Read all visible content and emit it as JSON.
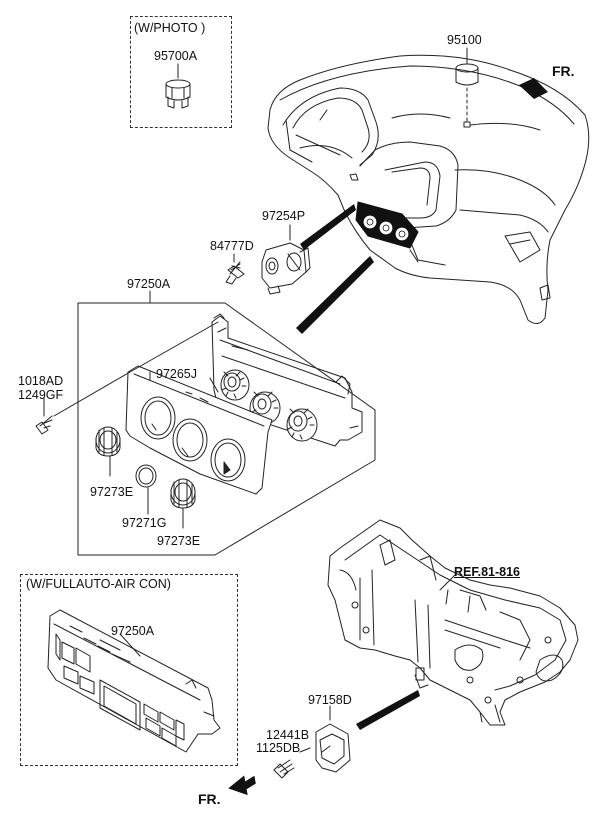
{
  "labels": {
    "photo_option": "(W/PHOTO )",
    "p95700A": "95700A",
    "p95100": "95100",
    "fr_top": "FR.",
    "p97254P": "97254P",
    "p84777D": "84777D",
    "p97250A_top": "97250A",
    "p1018AD": "1018AD",
    "p1249GF": "1249GF",
    "p97265J": "97265J",
    "p97273E_left": "97273E",
    "p97271G": "97271G",
    "p97273E_bottom": "97273E",
    "auto_aircon_option": "(W/FULLAUTO-AIR CON)",
    "p97250A_bottom": "97250A",
    "ref": "REF.81-816",
    "p97158D": "97158D",
    "p12441B": "12441B",
    "p1125DB": "1125DB",
    "fr_bottom": "FR."
  },
  "colors": {
    "line": "#222222",
    "fill_dark": "#111111"
  },
  "icons": [
    "forward-arrow-icon"
  ]
}
